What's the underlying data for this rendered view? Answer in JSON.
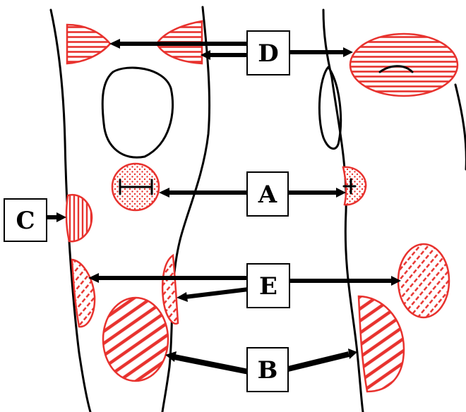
{
  "labels": {
    "a": "A",
    "b": "B",
    "c": "C",
    "d": "D",
    "e": "E"
  },
  "colors": {
    "outline": "#000000",
    "lesion": "#e8322e",
    "background": "#ffffff"
  }
}
